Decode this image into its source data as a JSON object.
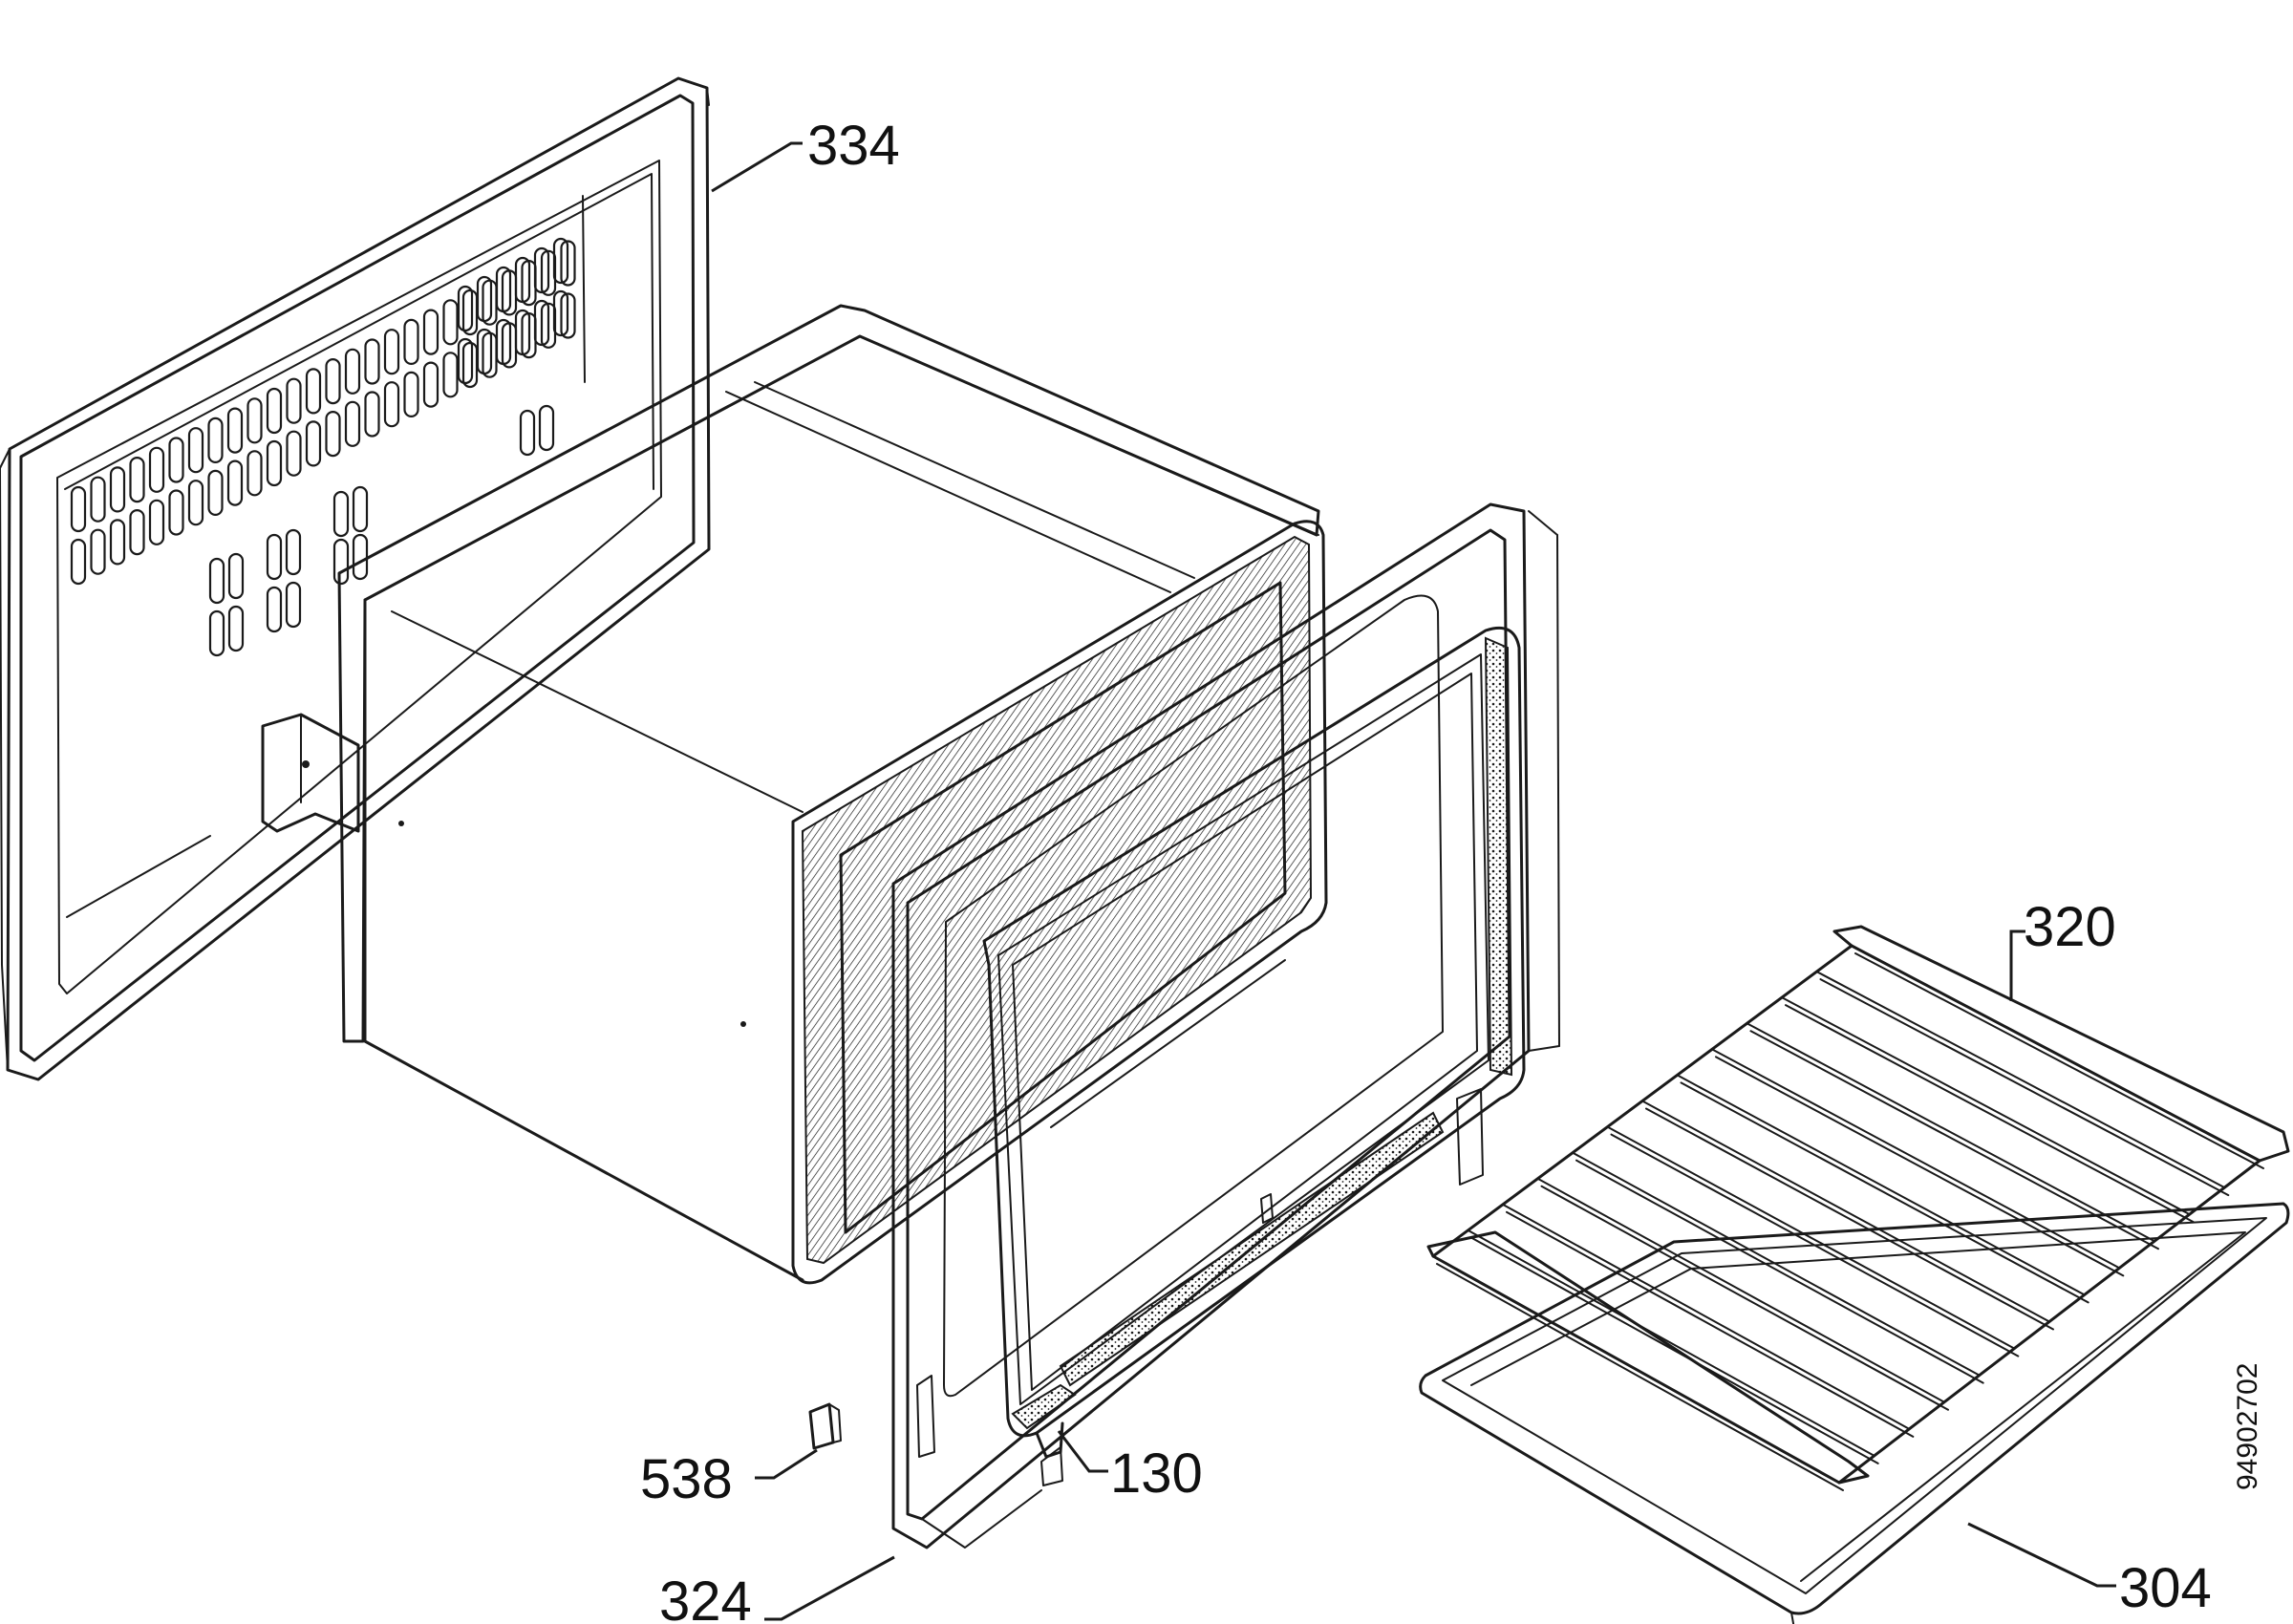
{
  "parts": [
    {
      "id": "334",
      "label": "334",
      "name": "back-panel"
    },
    {
      "id": "320",
      "label": "320",
      "name": "wire-shelf"
    },
    {
      "id": "538",
      "label": "538",
      "name": "clip"
    },
    {
      "id": "130",
      "label": "130",
      "name": "door-seal"
    },
    {
      "id": "324",
      "label": "324",
      "name": "front-frame"
    },
    {
      "id": "304",
      "label": "304",
      "name": "baking-tray"
    }
  ],
  "drawing_code": "94902702",
  "colors": {
    "line": "#1a1a1a",
    "background": "#ffffff"
  }
}
